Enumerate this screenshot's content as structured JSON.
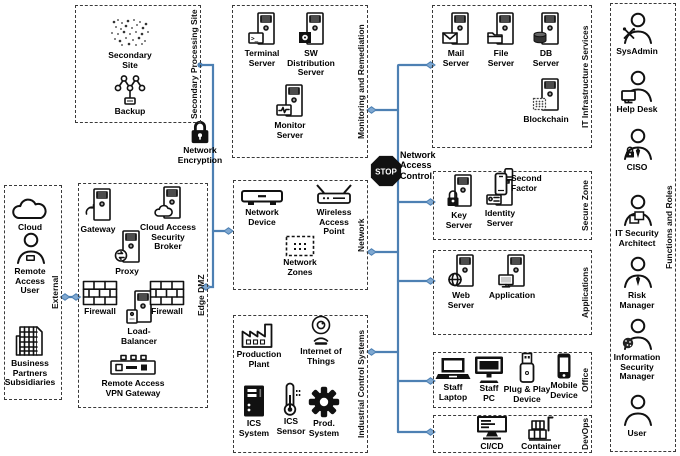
{
  "colors": {
    "connector": "#4d80b3",
    "connector_fill": "#7fa8d1",
    "ink": "#111111",
    "background": "#ffffff"
  },
  "annotations": {
    "network_encryption": "Network\nEncryption",
    "stop_label": "STOP",
    "network_access_control": "Network\nAccess\nControl"
  },
  "groups": [
    {
      "id": "secondary-processing-site",
      "label": "Secondary Processing Site",
      "items": [
        {
          "id": "secondary-site",
          "icon": "scatter-site-icon",
          "label": "Secondary\nSite"
        },
        {
          "id": "backup",
          "icon": "backup-tree-icon",
          "label": "Backup"
        }
      ]
    },
    {
      "id": "monitoring-remediation",
      "label": "Monitoring and Remediation",
      "items": [
        {
          "id": "terminal-server",
          "icon": "terminal-server-icon",
          "label": "Terminal\nServer"
        },
        {
          "id": "sw-distribution-server",
          "icon": "sw-distribution-server-icon",
          "label": "SW\nDistribution\nServer"
        },
        {
          "id": "monitor-server",
          "icon": "monitor-server-icon",
          "label": "Monitor\nServer"
        }
      ]
    },
    {
      "id": "it-infrastructure-services",
      "label": "IT Infrastructure Services",
      "items": [
        {
          "id": "mail-server",
          "icon": "mail-server-icon",
          "label": "Mail\nServer"
        },
        {
          "id": "file-server",
          "icon": "file-server-icon",
          "label": "File\nServer"
        },
        {
          "id": "db-server",
          "icon": "db-server-icon",
          "label": "DB\nServer"
        },
        {
          "id": "blockchain",
          "icon": "blockchain-server-icon",
          "label": "Blockchain"
        }
      ]
    },
    {
      "id": "functions-roles",
      "label": "Functions and Roles",
      "items": [
        {
          "id": "sysadmin",
          "icon": "sysadmin-person-icon",
          "label": "SysAdmin"
        },
        {
          "id": "helpdesk",
          "icon": "helpdesk-person-icon",
          "label": "Help Desk"
        },
        {
          "id": "ciso",
          "icon": "ciso-person-icon",
          "label": "CISO"
        },
        {
          "id": "it-security-architect",
          "icon": "architect-person-icon",
          "label": "IT Security\nArchitect"
        },
        {
          "id": "risk-manager",
          "icon": "risk-manager-person-icon",
          "label": "Risk\nManager"
        },
        {
          "id": "information-security-manager",
          "icon": "infosec-manager-person-icon",
          "label": "Information\nSecurity\nManager"
        },
        {
          "id": "user",
          "icon": "user-person-icon",
          "label": "User"
        }
      ]
    },
    {
      "id": "external",
      "label": "External",
      "items": [
        {
          "id": "cloud",
          "icon": "cloud-icon",
          "label": "Cloud"
        },
        {
          "id": "remote-access-user",
          "icon": "remote-access-user-icon",
          "label": "Remote\nAccess\nUser"
        },
        {
          "id": "business-partners-subsidiaries",
          "icon": "business-partners-icon",
          "label": "Business\nPartners\nSubsidiaries"
        }
      ]
    },
    {
      "id": "edge-dmz",
      "label": "Edge DMZ",
      "items": [
        {
          "id": "gateway",
          "icon": "gateway-server-icon",
          "label": "Gateway"
        },
        {
          "id": "cloud-access-security-broker",
          "icon": "casb-server-icon",
          "label": "Cloud Access\nSecurity\nBroker"
        },
        {
          "id": "proxy",
          "icon": "proxy-server-icon",
          "label": "Proxy"
        },
        {
          "id": "firewall-1",
          "icon": "firewall-icon",
          "label": "Firewall"
        },
        {
          "id": "load-balancer",
          "icon": "load-balancer-server-icon",
          "label": "Load-\nBalancer"
        },
        {
          "id": "firewall-2",
          "icon": "firewall-icon",
          "label": "Firewall"
        },
        {
          "id": "remote-access-vpn-gateway",
          "icon": "vpn-gateway-icon",
          "label": "Remote Access\nVPN Gateway"
        }
      ]
    },
    {
      "id": "network",
      "label": "Network",
      "items": [
        {
          "id": "network-device",
          "icon": "network-device-icon",
          "label": "Network\nDevice"
        },
        {
          "id": "wireless-access-point",
          "icon": "wireless-access-point-icon",
          "label": "Wireless\nAccess\nPoint"
        },
        {
          "id": "network-zones",
          "icon": "network-zones-icon",
          "label": "Network\nZones"
        }
      ]
    },
    {
      "id": "secure-zone",
      "label": "Secure Zone",
      "items": [
        {
          "id": "key-server",
          "icon": "key-server-icon",
          "label": "Key\nServer"
        },
        {
          "id": "identity-server",
          "icon": "identity-server-icon",
          "label": "Identity\nServer"
        },
        {
          "id": "second-factor",
          "icon": "second-factor-phone-icon",
          "label": "Second\nFactor"
        }
      ]
    },
    {
      "id": "applications",
      "label": "Applications",
      "items": [
        {
          "id": "web-server",
          "icon": "web-server-icon",
          "label": "Web\nServer"
        },
        {
          "id": "application",
          "icon": "application-server-icon",
          "label": "Application"
        }
      ]
    },
    {
      "id": "office",
      "label": "Office",
      "items": [
        {
          "id": "staff-laptop",
          "icon": "staff-laptop-icon",
          "label": "Staff\nLaptop"
        },
        {
          "id": "staff-pc",
          "icon": "staff-pc-icon",
          "label": "Staff\nPC"
        },
        {
          "id": "plug-play-device",
          "icon": "plug-play-device-icon",
          "label": "Plug & Play\nDevice"
        },
        {
          "id": "mobile-device",
          "icon": "mobile-device-icon",
          "label": "Mobile\nDevice"
        }
      ]
    },
    {
      "id": "devops",
      "label": "DevOps",
      "items": [
        {
          "id": "cicd",
          "icon": "cicd-monitor-icon",
          "label": "CI/CD"
        },
        {
          "id": "container",
          "icon": "container-icon",
          "label": "Container"
        }
      ]
    },
    {
      "id": "industrial-control-systems",
      "label": "Industrial Control Systems",
      "items": [
        {
          "id": "production-plant",
          "icon": "production-plant-icon",
          "label": "Production\nPlant"
        },
        {
          "id": "internet-of-things",
          "icon": "iot-camera-icon",
          "label": "Internet of\nThings"
        },
        {
          "id": "ics-system",
          "icon": "ics-system-icon",
          "label": "ICS\nSystem"
        },
        {
          "id": "ics-sensor",
          "icon": "ics-sensor-icon",
          "label": "ICS\nSensor"
        },
        {
          "id": "prod-system",
          "icon": "prod-system-gear-icon",
          "label": "Prod.\nSystem"
        }
      ]
    }
  ]
}
